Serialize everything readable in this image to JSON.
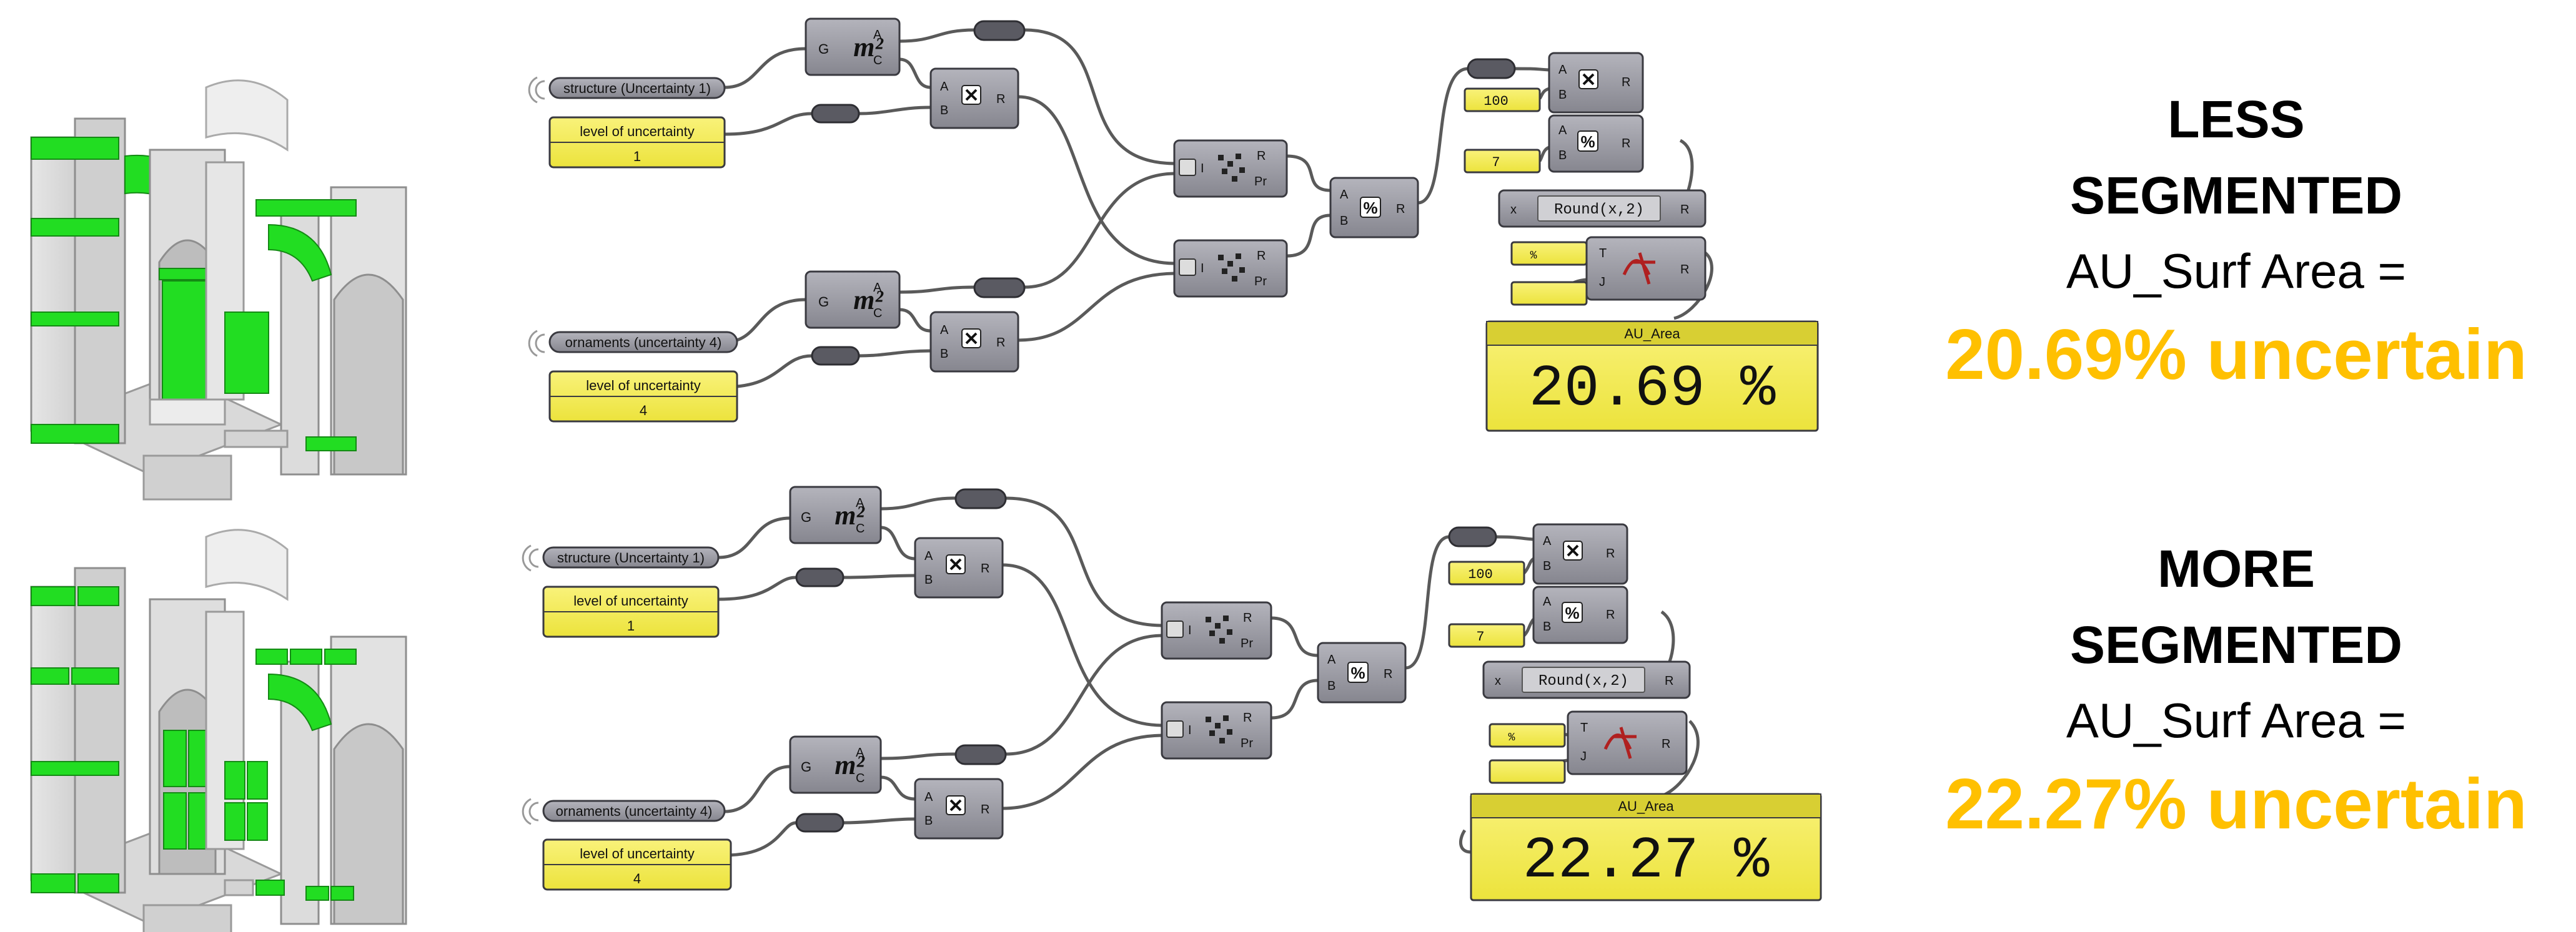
{
  "colors": {
    "component_fill": "#9a9aa3",
    "component_stroke": "#3a3a40",
    "panel_yellow": "#f5ee57",
    "highlight_green": "#22dd22",
    "result_orange": "#FFC000",
    "wire": "#555555"
  },
  "rows": [
    {
      "structure_param": "structure (Uncertainty 1)",
      "ornaments_param": "ornaments (uncertainty 4)",
      "slider_label": "level of uncertainty",
      "slider_structure_value": "1",
      "slider_ornaments_value": "4",
      "area_icon": "m²",
      "const_100": "100",
      "const_7": "7",
      "expression": "Round(x,2)",
      "percent_symbol": "%",
      "panel_title": "AU_Area",
      "panel_value": "20.69 %",
      "label_line1": "LESS",
      "label_line2": "SEGMENTED",
      "label_line3": "AU_Surf Area =",
      "label_result": "20.69% uncertain"
    },
    {
      "structure_param": "structure (Uncertainty 1)",
      "ornaments_param": "ornaments (uncertainty 4)",
      "slider_label": "level of uncertainty",
      "slider_structure_value": "1",
      "slider_ornaments_value": "4",
      "area_icon": "m²",
      "const_100": "100",
      "const_7": "7",
      "expression": "Round(x,2)",
      "percent_symbol": "%",
      "panel_title": "AU_Area",
      "panel_value": "22.27 %",
      "label_line1": "MORE",
      "label_line2": "SEGMENTED",
      "label_line3": "AU_Surf Area =",
      "label_result": "22.27% uncertain"
    }
  ],
  "ports": {
    "G": "G",
    "A": "A",
    "B": "B",
    "C": "C",
    "R": "R",
    "I": "I",
    "Pr": "Pr",
    "x": "x",
    "T": "T",
    "J": "J"
  }
}
